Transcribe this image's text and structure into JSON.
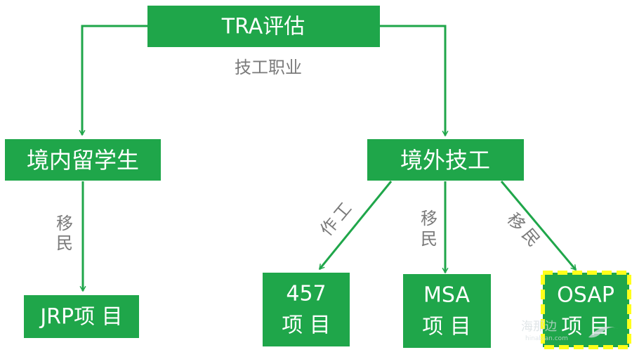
{
  "diagram": {
    "nodes": {
      "tra": {
        "label": "TRA评估"
      },
      "domestic_students": {
        "label": "境内留学生"
      },
      "overseas_workers": {
        "label": "境外技工"
      },
      "jrp": {
        "label": "JRP项 目"
      },
      "p457": {
        "line1": "457",
        "line2": "项 目"
      },
      "msa": {
        "line1": "MSA",
        "line2": "项 目"
      },
      "osap": {
        "line1": "OSAP",
        "line2": "项 目"
      }
    },
    "edge_labels": {
      "skilled_occupation": "技工职业",
      "migrate_left": [
        "移",
        "民"
      ],
      "work": [
        "工",
        "作"
      ],
      "migrate_msa": [
        "移",
        "民"
      ],
      "migrate_osap": [
        "移",
        "民"
      ]
    },
    "colors": {
      "box_fill": "#1fa64a",
      "highlight_border": "#ffff1a",
      "label_text": "#7a7a7a"
    },
    "watermark": {
      "brand": "海那边",
      "url": "hinabian.com"
    }
  }
}
